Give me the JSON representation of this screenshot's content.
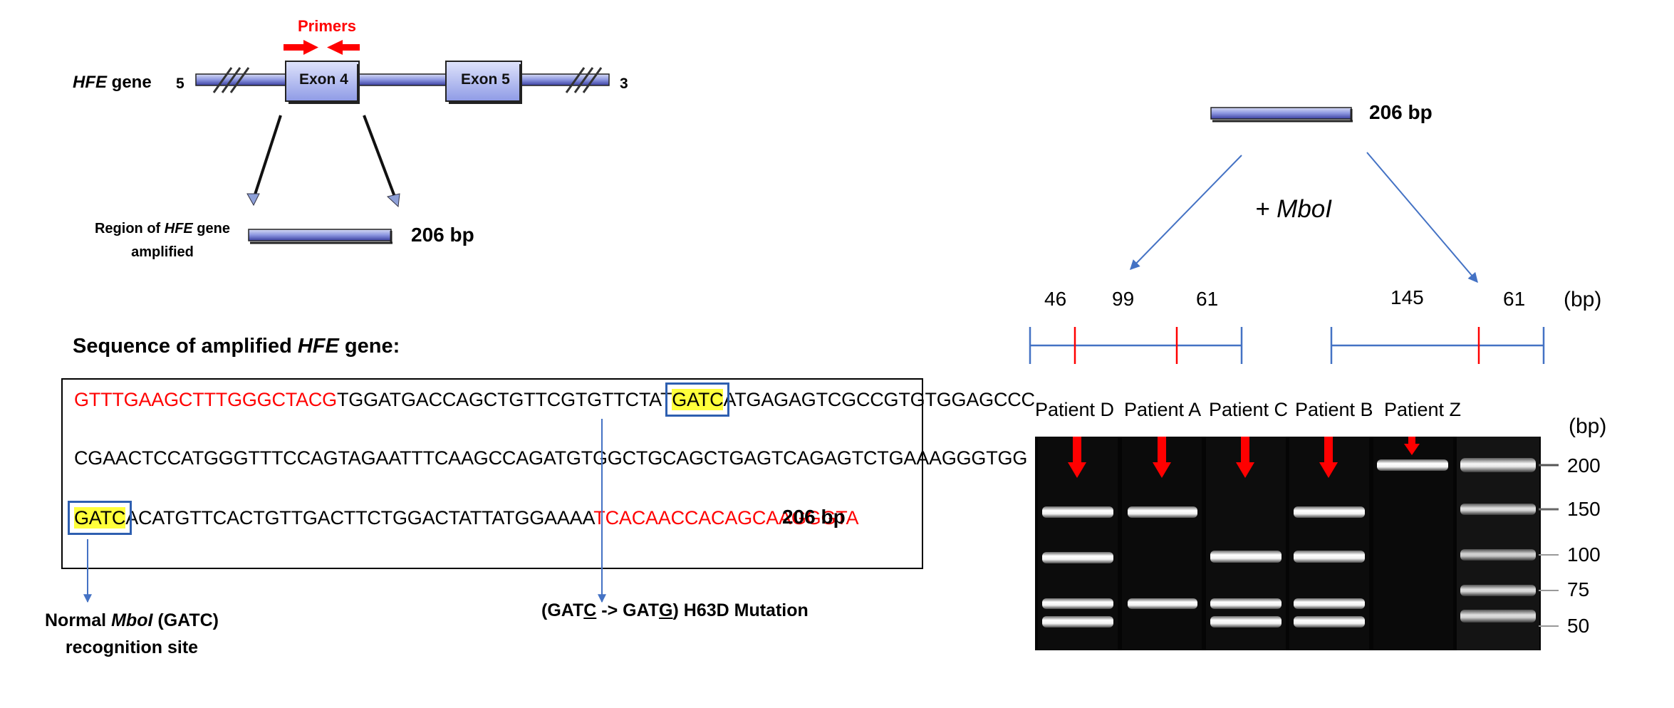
{
  "gene_diagram": {
    "primers_label": "Primers",
    "gene_label_italic": "HFE",
    "gene_label_rest": " gene",
    "end5": "5",
    "end3": "3",
    "exon4": "Exon 4",
    "exon5": "Exon 5",
    "region_line1_pre": "Region of ",
    "region_line1_italic": "HFE",
    "region_line1_post": " gene",
    "region_line2": "amplified",
    "amplicon_size": "206 bp"
  },
  "sequence_box": {
    "heading_pre": "Sequence of amplified ",
    "heading_italic": "HFE",
    "heading_post": " gene:",
    "line1": {
      "primer": "GTTTGAAGCTTTGGGCTACG",
      "mid": "TGGATGACCAGCTGTTCGTGTTCTAT",
      "site": "GATC",
      "rest": "ATGAGAGTCGCCGTGTGGAGCCC"
    },
    "line2": "CGAACTCCATGGGTTTCCAGTAGAATTTCAAGCCAGATGTGGCTGCAGCTGAGTCAGAGTCTGAAAGGGTGG",
    "line3": {
      "site": "GATC",
      "mid": "ACATGTTCACTGTTGACTTCTGGACTATTATGGAAAA",
      "primer": "TCACAACCACAGCAAGGGTA"
    },
    "size_label": "206 bp",
    "normal_site_line1_pre": "Normal ",
    "normal_site_line1_italic": "MboI",
    "normal_site_line1_post": " (GATC)",
    "normal_site_line2": "recognition site",
    "mutation_pre": "(GAT",
    "mutation_u1": "C",
    "mutation_mid": " -> GAT",
    "mutation_u2": "G",
    "mutation_post": ")  H63D Mutation"
  },
  "digest_diagram": {
    "amplicon_size": "206 bp",
    "enzyme_label": "+ MboI",
    "left_fragments": [
      "46",
      "99",
      "61"
    ],
    "right_fragments": [
      "145",
      "61"
    ],
    "unit": "(bp)"
  },
  "gel": {
    "lanes": [
      "Patient D",
      "Patient A",
      "Patient C",
      "Patient B",
      "Patient Z"
    ],
    "unit": "(bp)",
    "ladder": [
      "200",
      "150",
      "100",
      "75",
      "50"
    ]
  },
  "colors": {
    "primer_red": "#ff0000",
    "highlight": "#ffff3b",
    "box_blue": "#2e5fb0",
    "arrow_blue": "#4472c4",
    "gel_bg": "#050505"
  }
}
